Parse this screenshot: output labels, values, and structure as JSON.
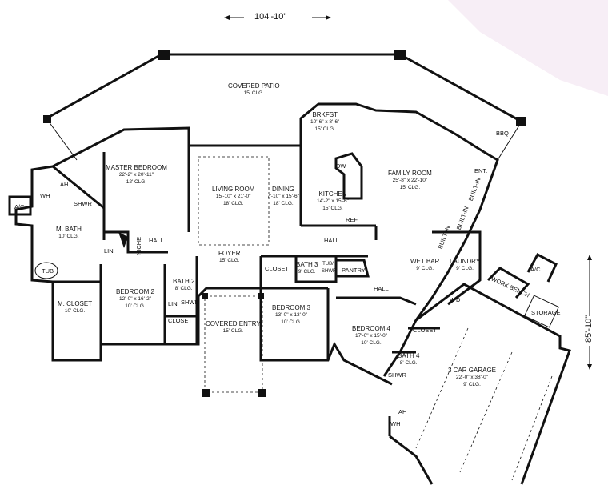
{
  "dimensions": {
    "width_label": "104'-10\"",
    "depth_label": "85'-10\""
  },
  "rooms": {
    "covered_patio": {
      "name": "COVERED PATIO",
      "ceiling": "15' CLG."
    },
    "brkfst": {
      "name": "BRKFST",
      "size": "10'-6\" x 8'-6\"",
      "ceiling": "15' CLG."
    },
    "bbq": {
      "name": "BBQ"
    },
    "master_bedroom": {
      "name": "MASTER BEDROOM",
      "size": "22'-2\" x 20'-11\"",
      "ceiling": "12' CLG."
    },
    "living_room": {
      "name": "LIVING ROOM",
      "size": "15'-10\" x 21'-0\"",
      "ceiling": "18' CLG."
    },
    "dining": {
      "name": "DINING",
      "size": "7'-10\" x 15'-6\"",
      "ceiling": "18' CLG."
    },
    "kitchen": {
      "name": "KITCHEN",
      "size": "14'-2\" x 15'-6\"",
      "ceiling": "15' CLG."
    },
    "family_room": {
      "name": "FAMILY ROOM",
      "size": "25'-8\" x 22'-10\"",
      "ceiling": "15' CLG."
    },
    "m_bath": {
      "name": "M. BATH",
      "ceiling": "10' CLG."
    },
    "m_closet": {
      "name": "M. CLOSET",
      "ceiling": "10' CLG."
    },
    "bedroom2": {
      "name": "BEDROOM 2",
      "size": "12'-0\" x 16'-2\"",
      "ceiling": "10' CLG."
    },
    "bath2": {
      "name": "BATH 2",
      "ceiling": "8' CLG."
    },
    "foyer": {
      "name": "FOYER",
      "ceiling": "15' CLG."
    },
    "covered_entry": {
      "name": "COVERED ENTRY",
      "ceiling": "15' CLG."
    },
    "bath3": {
      "name": "BATH 3",
      "ceiling": "9' CLG."
    },
    "bedroom3": {
      "name": "BEDROOM 3",
      "size": "13'-0\" x 13'-0\"",
      "ceiling": "10' CLG."
    },
    "bedroom4": {
      "name": "BEDROOM 4",
      "size": "17'-0\" x 15'-0\"",
      "ceiling": "10' CLG."
    },
    "bath4": {
      "name": "BATH 4",
      "ceiling": "8' CLG."
    },
    "wet_bar": {
      "name": "WET BAR",
      "ceiling": "9' CLG."
    },
    "laundry": {
      "name": "LAUNDRY",
      "ceiling": "9' CLG."
    },
    "garage": {
      "name": "3 CAR GARAGE",
      "size": "22'-0\" x 38'-0\"",
      "ceiling": "9' CLG."
    }
  },
  "tags": {
    "hall_west": "HALL",
    "hall_center": "HALL",
    "hall_east": "HALL",
    "pantry": "PANTRY",
    "closet_b2": "CLOSET",
    "closet_b3": "CLOSET",
    "closet_b4": "CLOSET",
    "ac_west": "A/C",
    "ac_east": "A/C",
    "wh_west": "WH",
    "ah_west": "AH",
    "ah_garage": "AH",
    "wh_garage": "WH",
    "shwr_master": "SHWR",
    "shwr_bath2": "SHWR",
    "shwr_bath4": "SHWR",
    "tub_master": "TUB",
    "tub_bath3": "TUB/ SHWR",
    "lin_master": "LIN.",
    "lin_bath2": "LIN",
    "niche": "NICHE",
    "dw": "DW",
    "ref": "REF",
    "ent": "ENT.",
    "built_in_1": "BUILT-IN",
    "built_in_2": "BUILT-IN",
    "built_in_3": "BUILT-IN",
    "work_bench": "WORK BENCH",
    "storage": "STORAGE",
    "washer": "W",
    "dryer": "D"
  }
}
